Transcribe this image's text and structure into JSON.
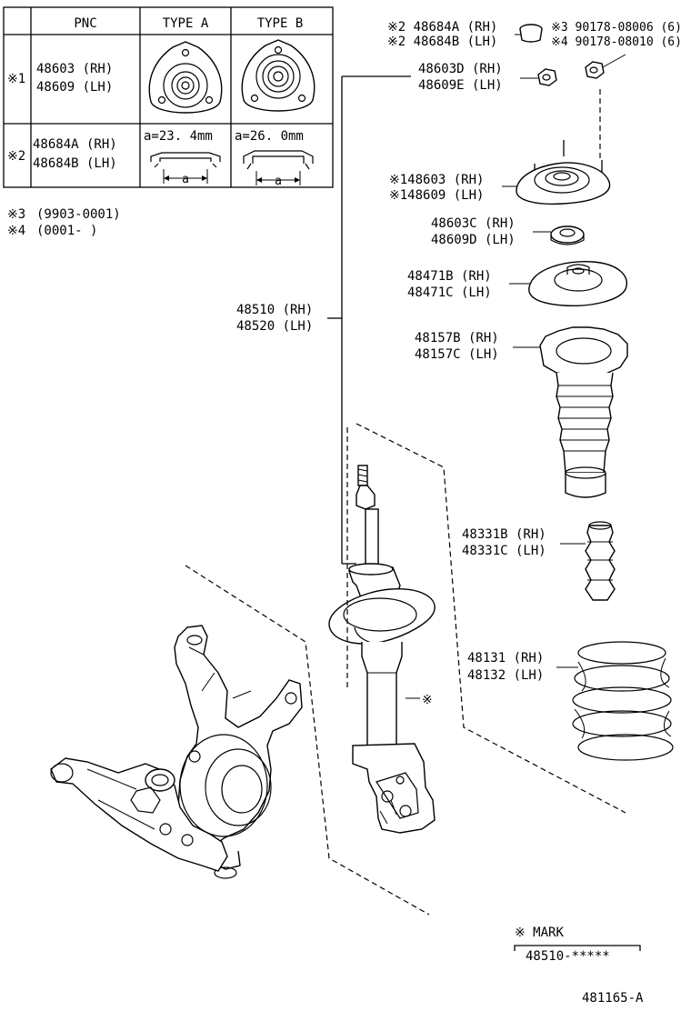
{
  "table": {
    "headers": [
      "PNC",
      "TYPE A",
      "TYPE B"
    ],
    "rows": [
      {
        "mark": "※1",
        "pnc": [
          "48603 (RH)",
          "48609 (LH)"
        ],
        "type_a": "",
        "type_b": ""
      },
      {
        "mark": "※2",
        "pnc": [
          "48684A (RH)",
          "48684B (LH)"
        ],
        "type_a": "a=23. 4mm",
        "type_b": "a=26. 0mm",
        "dim_label": "a"
      }
    ]
  },
  "notes": [
    {
      "mark": "※3",
      "text": "(9903-0001)"
    },
    {
      "mark": "※4",
      "text": "(0001-      )"
    }
  ],
  "parts": {
    "dust_cover": [
      "※2 48684A (RH)",
      "※2 48684B (LH)"
    ],
    "nut_3": "※3 90178-08006 (6)",
    "nut_4": "※4 90178-08010 (6)",
    "nut_main": [
      "48603D (RH)",
      "48609E (LH)"
    ],
    "support": [
      "※148603 (RH)",
      "※148609 (LH)"
    ],
    "bearing": [
      "48603C (RH)",
      "48609D (LH)"
    ],
    "spring_seat": [
      "48471B (RH)",
      "48471C (LH)"
    ],
    "insulator": [
      "48157B (RH)",
      "48157C (LH)"
    ],
    "bumper": [
      "48331B (RH)",
      "48331C (LH)"
    ],
    "spring": [
      "48131 (RH)",
      "48132 (LH)"
    ],
    "strut": [
      "48510 (RH)",
      "48520 (LH)"
    ],
    "strut_mark": "※"
  },
  "mark_box": {
    "title": "※ MARK",
    "value": "48510-*****"
  },
  "figure_id": "481165-A"
}
